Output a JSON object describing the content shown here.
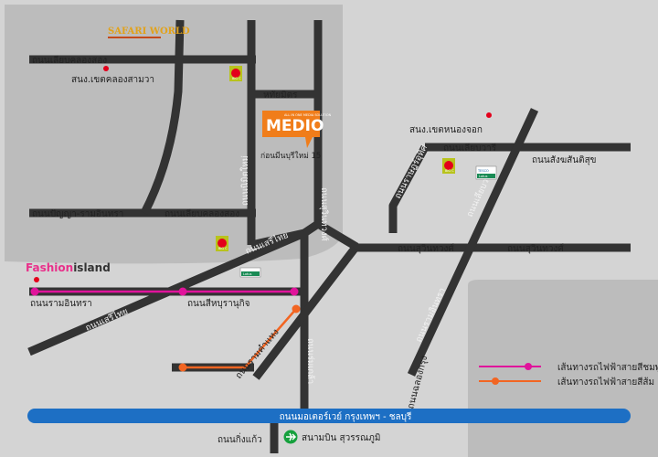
{
  "landmarks": {
    "safari_world": "SAFARI WORLD",
    "samwa_district": "สนง.เขตคลองสามวา",
    "nong_chok_district": "สนง.เขตหนองจอก",
    "medio_logo": "MEDIO",
    "medio_tagline": "ALL IN ONE MEDIA SOLUTION",
    "before_minburi": "ก่อนมีนบุรีใหม่ 15",
    "fashion_island_a": "Fashion",
    "fashion_island_b": "island",
    "airport": "สนามบิน สุวรรณภูมิ"
  },
  "roads": {
    "liap_khlong_song": "ถนนเลียบคลองสอง",
    "hathairat": "หทัยมิตร",
    "nimitmai": "ถนนนิมิตใหม่",
    "liap_wari": "ถนนเลียบวารี",
    "suwinthawong_north": "ถนนสุวินทวงศ์",
    "liap_wari_v": "ถนนเลียบวารี",
    "sinthorn": "ถนนสังฆสันติสุข",
    "pracharuam": "ถนนราษฎร์อุทิศ",
    "raminthra_v": "ถนนรามอินทรา",
    "panya_ramintra": "ถนนปัญญา-รามอินทรา",
    "liap_khlong_song_2": "ถนนเลียบคลองสอง",
    "seri_thai_n": "ถนนเสรีไทย",
    "suwinthawong_1": "ถนนสุวินทวงศ์",
    "suwinthawong_2": "ถนนสุวินทวงศ์",
    "raminthra": "ถนนรามอินทรา",
    "seri_thai": "ถนนเสรีไทย",
    "sihaburanukit": "ถนนสีหบุรานุกิจ",
    "ramkhamhaeng": "ถนนรามคำแหง",
    "romklao": "ถนนร่มเกล้า",
    "chalong_krung": "ถนนฉลองกรุง",
    "motorway": "ถนนมอเตอร์เวย์ กรุงเทพฯ - ชลบุรี",
    "king_kaew": "ถนนกิ่งแก้ว"
  },
  "signs": {
    "big_c": "BIG C",
    "tesco_brand": "TESCO",
    "tesco_sub": "Lotus"
  },
  "legend": {
    "pink_line": "เส้นทางรถไฟฟ้าสายสีชมพู",
    "orange_line": "เส้นทางรถไฟฟ้าสายสีส้ม"
  },
  "colors": {
    "background": "#d4d4d4",
    "zone": "#bcbcbc",
    "road": "#333333",
    "motorway": "#1d6fc4",
    "pink_line": "#e0139b",
    "orange_line": "#f26522",
    "medio": "#f07d1a",
    "marker": "#e3001b",
    "airport": "#15a03c"
  },
  "icons": {
    "location_pin": "orange-location-pin-icon",
    "district_marker": "red-dot-marker-icon",
    "big_c_sign": "big-c-store-icon",
    "tesco_sign": "tesco-lotus-store-icon",
    "airport": "airplane-icon"
  }
}
